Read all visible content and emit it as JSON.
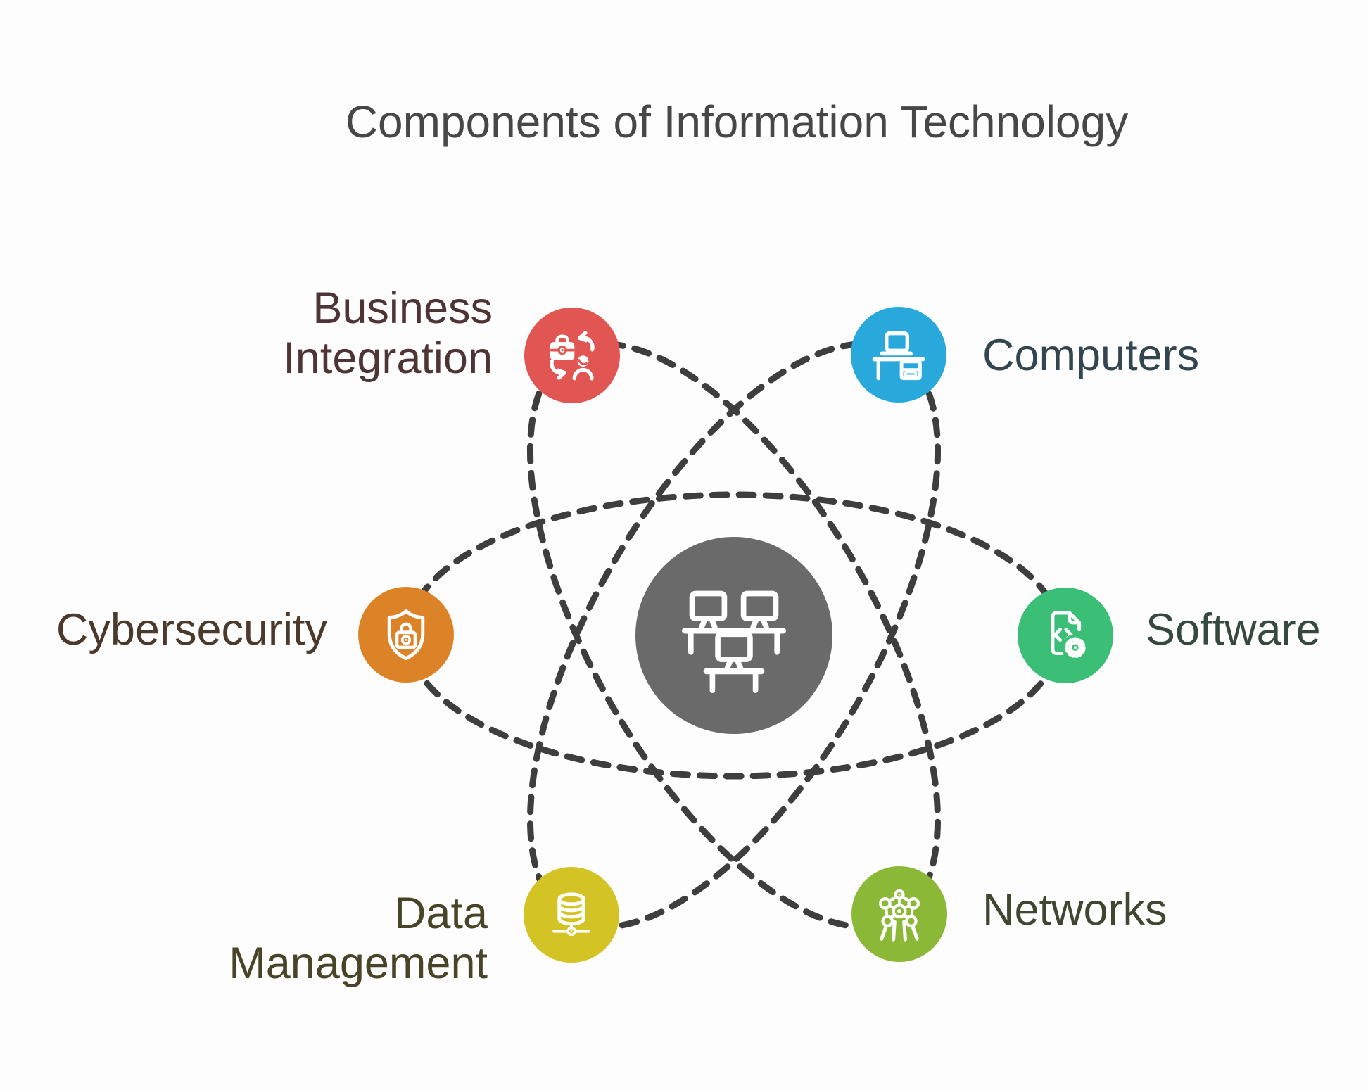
{
  "title": "Components of Information Technology",
  "diagram": {
    "orbit_color": "#3e3e3e",
    "hub": {
      "color": "#6a6a6a",
      "icon": "computer-workstations-icon"
    },
    "nodes": [
      {
        "id": "business-integration",
        "label": "Business Integration",
        "label_lines": [
          "Business",
          "Integration"
        ],
        "color": "#e15653",
        "label_color": "#4f3436",
        "icon": "briefcase-person-exchange-icon"
      },
      {
        "id": "computers",
        "label": "Computers",
        "color": "#29a8dc",
        "label_color": "#33464f",
        "icon": "computer-desk-icon"
      },
      {
        "id": "cybersecurity",
        "label": "Cybersecurity",
        "color": "#dd8327",
        "label_color": "#4b392c",
        "icon": "shield-lock-icon"
      },
      {
        "id": "software",
        "label": "Software",
        "color": "#3bbe75",
        "label_color": "#37493e",
        "icon": "code-document-gear-icon"
      },
      {
        "id": "data-management",
        "label": "Data Management",
        "label_lines": [
          "Data",
          "Management"
        ],
        "color": "#d4c324",
        "label_color": "#474428",
        "icon": "database-share-icon"
      },
      {
        "id": "networks",
        "label": "Networks",
        "color": "#8cb838",
        "label_color": "#3f4731",
        "icon": "network-structure-icon"
      }
    ]
  }
}
